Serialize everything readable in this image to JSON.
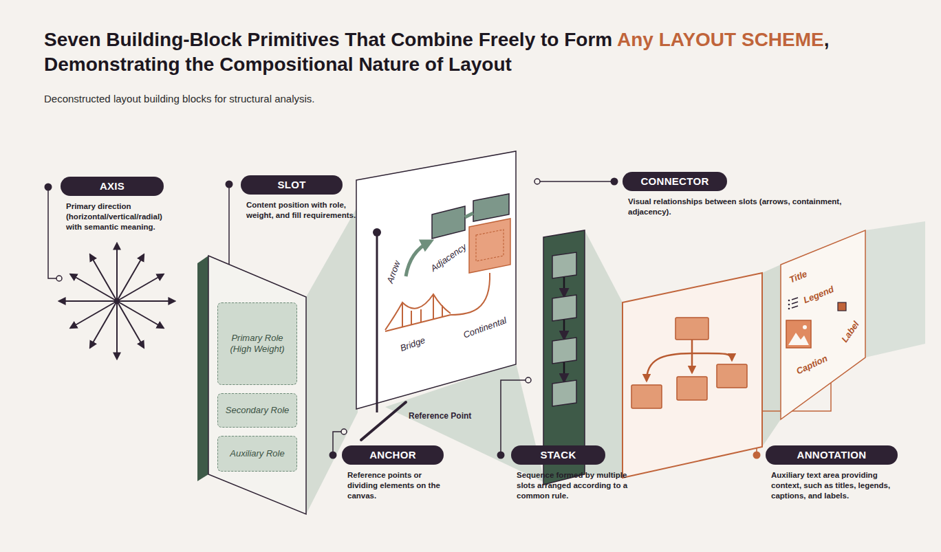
{
  "diagram": {
    "title": "Seven Building-Block Primitives That Combine Freely to Form Any LAYOUT SCHEME, Demonstrating the Compositional Nature of Layout",
    "caption": "Deconstructed layout building blocks for structural analysis.",
    "nodes": [
      {
        "text": [
          "AXIS",
          "Primary direction (horizontal/vertical/radial) with semantic meaning."
        ]
      },
      {
        "text": [
          "SLOT",
          "Content position with role, weight, and fill requirements."
        ]
      },
      {
        "text": [
          "CONNECTOR",
          "Visual relationships between slots (arrows, containment, adjacency)."
        ]
      },
      {
        "text": [
          "Primary Role (High Weight)"
        ]
      },
      {
        "text": [
          "Secondary Role"
        ]
      },
      {
        "text": [
          "Auxiliary Role"
        ]
      },
      {
        "text": [
          "ANCHOR",
          "Reference points or dividing elements on the canvas."
        ]
      },
      {
        "text": [
          "STACK",
          "Sequence formed by multiple slots arranged according to a common rule."
        ]
      },
      {
        "text": [
          "ANNOTATION",
          "Auxiliary text area providing context, such as titles, legends, captions, and labels."
        ]
      }
    ],
    "labels": [
      "Arrow",
      "Adjacency",
      "Bridge",
      "Continental",
      "Reference Point",
      "Title",
      "Legend",
      "Caption",
      "Label"
    ]
  }
}
